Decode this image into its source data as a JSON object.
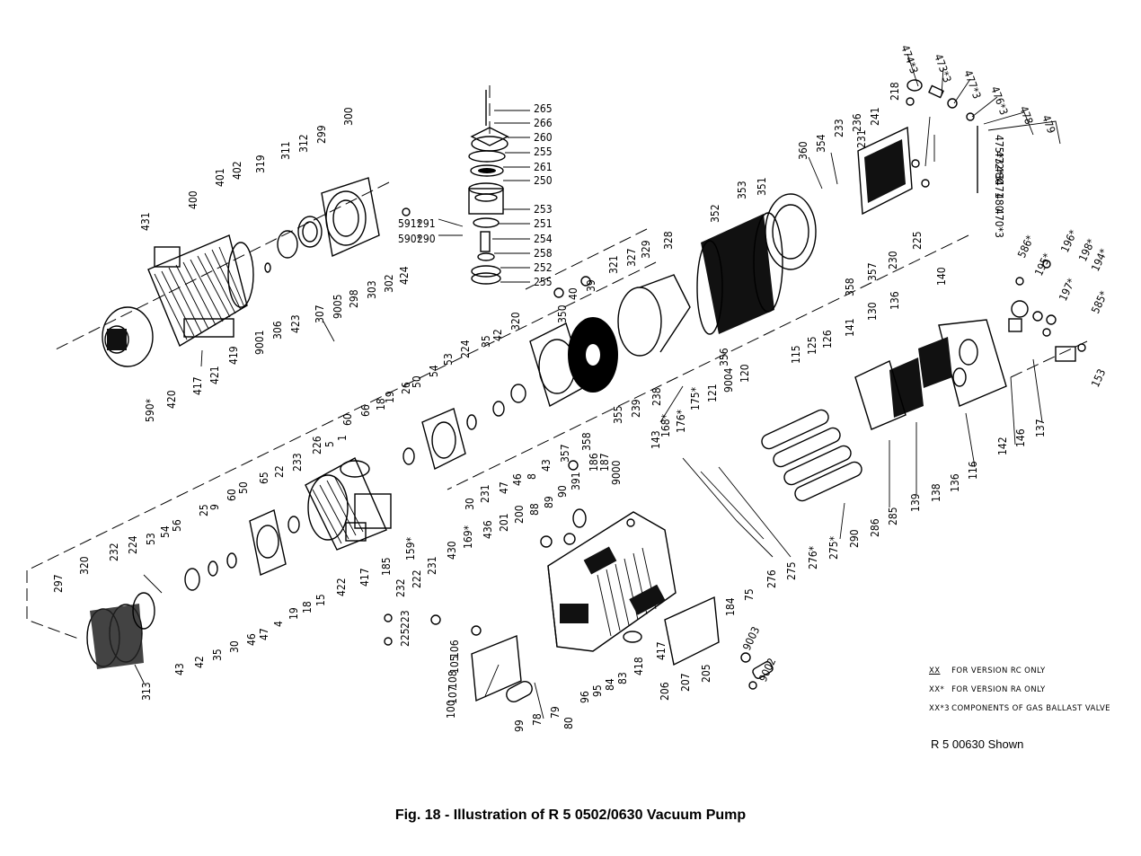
{
  "legend": [
    {
      "key": "XX",
      "text": "FOR VERSION RC ONLY",
      "underlined": true
    },
    {
      "key": "XX*",
      "text": "FOR VERSION RA ONLY",
      "underlined": false
    },
    {
      "key": "XX*3",
      "text": "COMPONENTS OF GAS BALLAST VALVE",
      "underlined": false
    }
  ],
  "shown_note": "R 5 00630 Shown",
  "caption": "Fig. 18 - Illustration of R 5 0502/0630 Vacuum Pump",
  "part_labels": [
    "474*3",
    "473*3",
    "477*3",
    "476*3",
    "478",
    "479",
    "475*3",
    "472*3",
    "480",
    "471",
    "480",
    "470*3",
    "218",
    "241",
    "236",
    "233",
    "354",
    "360",
    "231",
    "225",
    "230",
    "357",
    "358",
    "353",
    "351",
    "352",
    "328",
    "329",
    "327",
    "321",
    "39",
    "40",
    "356",
    "355",
    "239",
    "238",
    "350",
    "320",
    "42",
    "35",
    "224",
    "53",
    "54",
    "50",
    "26",
    "19",
    "18",
    "66",
    "60",
    "1",
    "5",
    "226",
    "233",
    "22",
    "65",
    "50",
    "60",
    "9",
    "25",
    "56",
    "54",
    "53",
    "224",
    "232",
    "320",
    "297",
    "313",
    "43",
    "42",
    "35",
    "30",
    "46",
    "47",
    "4",
    "19",
    "18",
    "15",
    "422",
    "417",
    "185",
    "159*",
    "30",
    "231",
    "47",
    "46",
    "8",
    "43",
    "357",
    "358",
    "265",
    "266",
    "260",
    "255",
    "261",
    "250",
    "253",
    "251",
    "254",
    "258",
    "252",
    "255",
    "591*",
    "291",
    "590*",
    "290",
    "431",
    "400",
    "401",
    "402",
    "319",
    "311",
    "312",
    "299",
    "300",
    "307",
    "9005",
    "298",
    "303",
    "302",
    "424",
    "306",
    "423",
    "9001",
    "419",
    "421",
    "417",
    "420",
    "590*",
    "586*",
    "196*",
    "198*",
    "195*",
    "197*",
    "194*",
    "585*",
    "153",
    "140",
    "136",
    "130",
    "141",
    "126",
    "125",
    "115",
    "120",
    "9004",
    "121",
    "175*",
    "176*",
    "168*",
    "143",
    "142",
    "146",
    "137",
    "139",
    "138",
    "136",
    "116",
    "285",
    "286",
    "290",
    "275*",
    "276*",
    "275",
    "276",
    "75",
    "184",
    "186",
    "187",
    "391",
    "90",
    "89",
    "88",
    "200",
    "201",
    "436",
    "169*",
    "430",
    "231",
    "222",
    "232",
    "223",
    "225",
    "106",
    "105",
    "108",
    "107",
    "100",
    "99",
    "78",
    "79",
    "80",
    "96",
    "95",
    "84",
    "83",
    "418",
    "417",
    "206",
    "207",
    "205",
    "9003",
    "9002",
    "9000"
  ]
}
